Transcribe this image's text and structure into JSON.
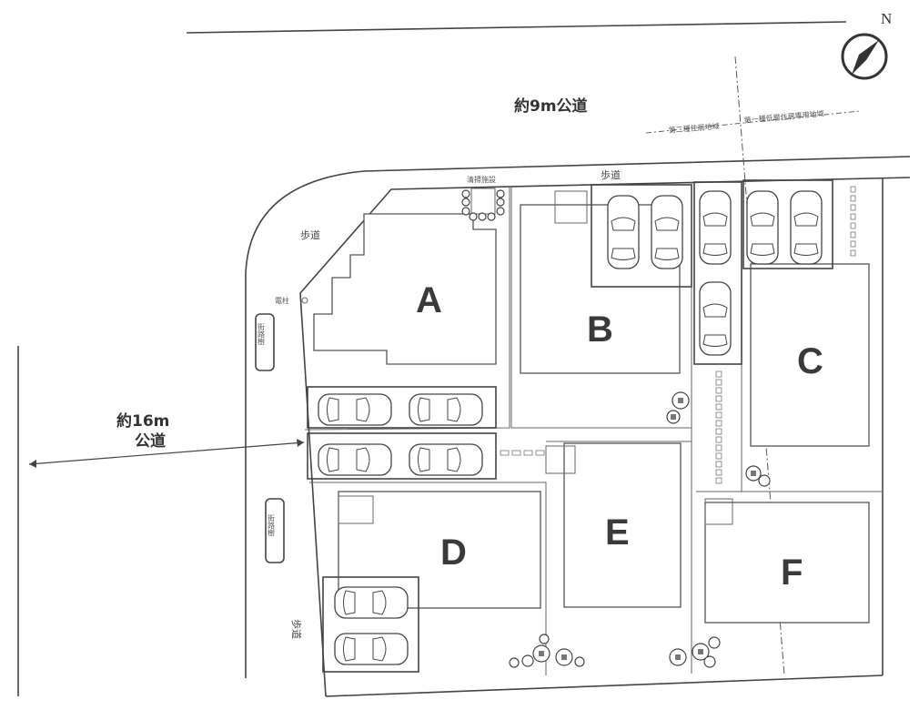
{
  "compass": {
    "label": "N"
  },
  "roads": {
    "north": "約9m公道",
    "west_line1": "約16m",
    "west_line2": "公道"
  },
  "zoning": {
    "left": "第二種住居地域",
    "right": "第一種低層住居専用地域"
  },
  "labels": {
    "cleaning_facility": "清掃施設",
    "sidewalk": "歩道",
    "utility_pole": "電柱",
    "street_tree": "街路樹"
  },
  "lots": [
    "A",
    "B",
    "C",
    "D",
    "E",
    "F"
  ]
}
